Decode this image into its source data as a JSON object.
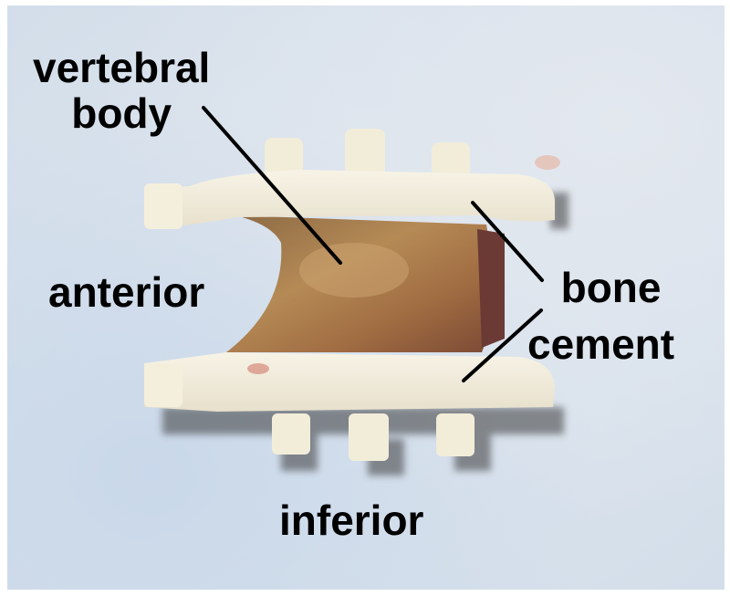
{
  "image": {
    "description": "Photograph of a vertebral body embedded between two white bone cement plates with pegs, on a light blue textured background",
    "background_color": "#d6e0ec",
    "cement_color": "#f1ecdc",
    "bone_color": "#a57a4a"
  },
  "labels": {
    "vertebral_body_line1": "vertebral",
    "vertebral_body_line2": "body",
    "anterior": "anterior",
    "bone_cement_line1": "bone",
    "bone_cement_line2": "cement",
    "inferior": "inferior"
  }
}
